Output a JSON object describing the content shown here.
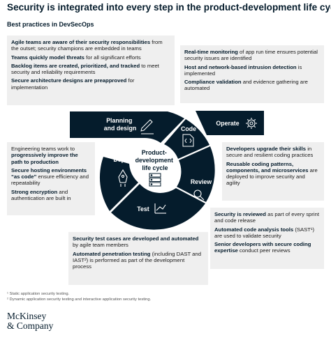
{
  "title": "Security is integrated into every step in the product-development life cycle.",
  "subtitle": "Best practices in DevSecOps",
  "center_label": [
    "Product-",
    "development",
    "life cycle"
  ],
  "stages": {
    "planning": [
      "Planning",
      "and design"
    ],
    "code": "Code",
    "operate": "Operate",
    "review": "Review",
    "test": "Test",
    "deploy": "Deploy"
  },
  "boxes": {
    "planning": [
      {
        "bold": "Agile teams are aware of their security responsibilities",
        "text": " from the outset; security champions are embedded in teams"
      },
      {
        "bold": "Teams quickly model threats",
        "text": " for all significant efforts"
      },
      {
        "bold": "Backlog items are created, prioritized, and tracked",
        "text": " to meet security and reliability requirements"
      },
      {
        "bold": "Secure architecture designs are preapproved",
        "text": " for implementation"
      }
    ],
    "operate": [
      {
        "bold": "Real-time monitoring",
        "text": " of app run time ensures potential security issues are identified"
      },
      {
        "bold": "Host and network-based intrusion detection",
        "text": " is implemented"
      },
      {
        "bold": "Compliance validation",
        "text": " and evidence gathering are automated"
      }
    ],
    "deploy": [
      {
        "pre": "Engineering teams work to ",
        "bold": "progressively improve the path to production",
        "text": ""
      },
      {
        "bold": "Secure hosting environments “as code”",
        "text": " ensure efficiency and repeatability"
      },
      {
        "bold": "Strong encryption",
        "text": " and authentication are built in"
      }
    ],
    "code": [
      {
        "bold": "Developers upgrade their skills",
        "text": " in secure and resilient coding practices"
      },
      {
        "bold": "Reusable coding patterns, components, and microservices",
        "text": " are deployed to improve security and agility"
      }
    ],
    "review": [
      {
        "bold": "Security is reviewed",
        "text": " as part of every sprint and code release"
      },
      {
        "bold": "Automated code analysis tools",
        "text": " (SAST¹) are used to validate security"
      },
      {
        "bold": "Senior developers with secure coding expertise",
        "text": " conduct peer reviews"
      }
    ],
    "test": [
      {
        "bold": "Security test cases are developed and automated",
        "text": " by agile team members"
      },
      {
        "bold": "Automated penetration testing",
        "text": " (including DAST and IAST²) is performed as part of the development process"
      }
    ]
  },
  "footnotes": [
    "¹ Static application security testing.",
    "² Dynamic application security testing and interactive application security testing."
  ],
  "logo": [
    "McKinsey",
    "& Company"
  ],
  "colors": {
    "navy": "#051c2c",
    "box_bg": "#efefef",
    "white": "#ffffff"
  },
  "icons": {
    "planning": "pencil-icon",
    "code": "code-file-icon",
    "operate": "gear-icon",
    "review": "magnifier-icon",
    "test": "chart-icon",
    "deploy": "rocket-icon",
    "center": "server-stack-icon"
  }
}
